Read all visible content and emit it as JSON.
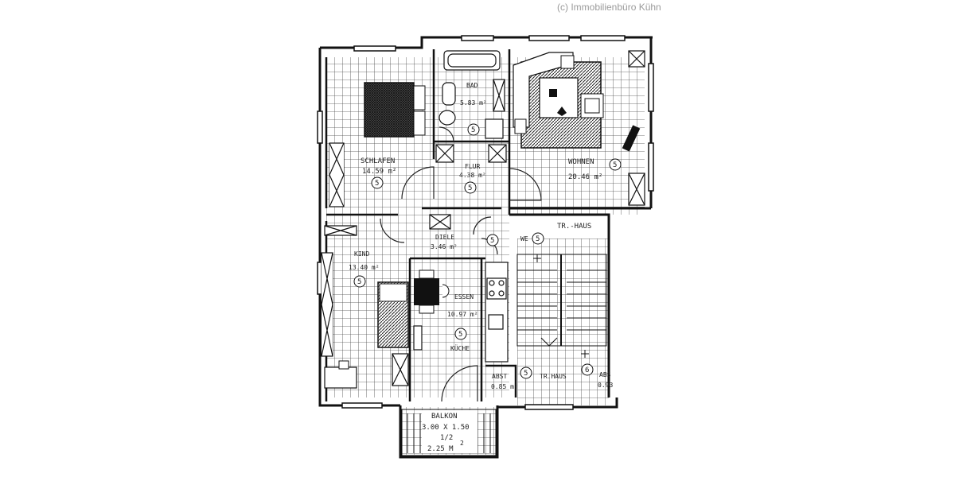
{
  "copyright": "(c) Immobilienbüro Kühn",
  "rooms": {
    "schlafen": {
      "name": "SCHLAFEN",
      "area": "14.59 m²",
      "badge": "5"
    },
    "bad": {
      "name": "BAD",
      "area": "5.83 m²",
      "badge": "5"
    },
    "flur": {
      "name": "FLUR",
      "area": "4.38 m²",
      "badge": "5"
    },
    "wohnen": {
      "name": "WOHNEN",
      "area": "20.46 m²",
      "badge": "5"
    },
    "diele": {
      "name": "DIELE",
      "area": "3.46 m²",
      "badge": "5"
    },
    "kind": {
      "name": "KIND",
      "area": "13.40 m²",
      "badge": "5"
    },
    "essen": {
      "name": "ESSEN",
      "area": "10.97 m²",
      "badge": "5"
    },
    "kueche": {
      "name": "KÜCHE"
    },
    "abst1": {
      "name": "ABST",
      "area": "0.85 m²",
      "badge": "5"
    },
    "abst2": {
      "name": "ABS",
      "area": "0.93"
    }
  },
  "stair": {
    "top_label": "TR.-HAUS",
    "bottom_label": "TR.HAUS",
    "we_label": "WE",
    "we_badge": "5",
    "badge": "6"
  },
  "balkon": {
    "title": "BALKON",
    "dims": "3.00 X 1.50",
    "fraction": "1/2",
    "area": "2.25 M",
    "area_sup": "2"
  }
}
